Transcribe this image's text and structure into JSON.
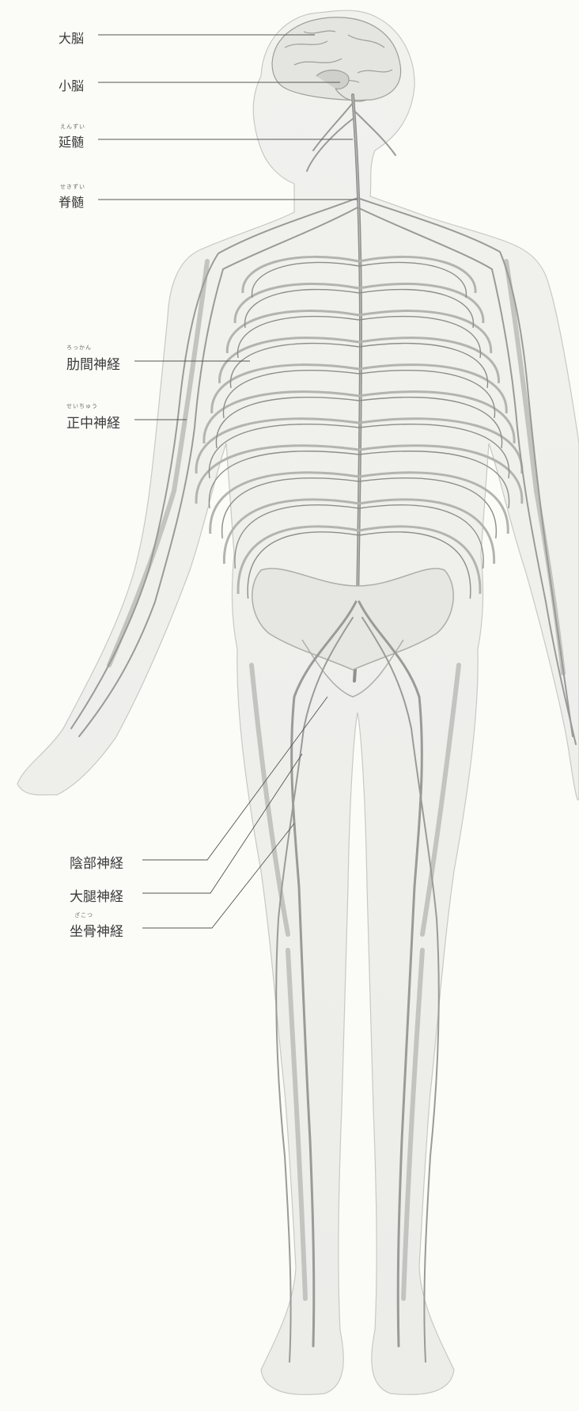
{
  "labels": {
    "cerebrum": {
      "text": "大脳",
      "reading": ""
    },
    "cerebellum": {
      "text": "小脳",
      "reading": ""
    },
    "medulla": {
      "text": "延髄",
      "reading": "えんずい"
    },
    "spinal_cord": {
      "text": "脊髄",
      "reading": "せきずい"
    },
    "intercostal": {
      "text": "肋間神経",
      "reading": "ろっかん"
    },
    "median": {
      "text": "正中神経",
      "reading": "せいちゅう"
    },
    "pudendal": {
      "text": "陰部神経",
      "reading": ""
    },
    "femoral": {
      "text": "大腿神経",
      "reading": ""
    },
    "sciatic": {
      "text": "坐骨神経",
      "reading": "ざこつ"
    }
  },
  "colors": {
    "background": "#fbfbf8",
    "body_fill": "#efefec",
    "body_outline": "#c8c8c4",
    "nerve": "#9a9a98",
    "nerve_dark": "#7f807e",
    "bone": "#b9b9b6",
    "leader": "#555555"
  }
}
